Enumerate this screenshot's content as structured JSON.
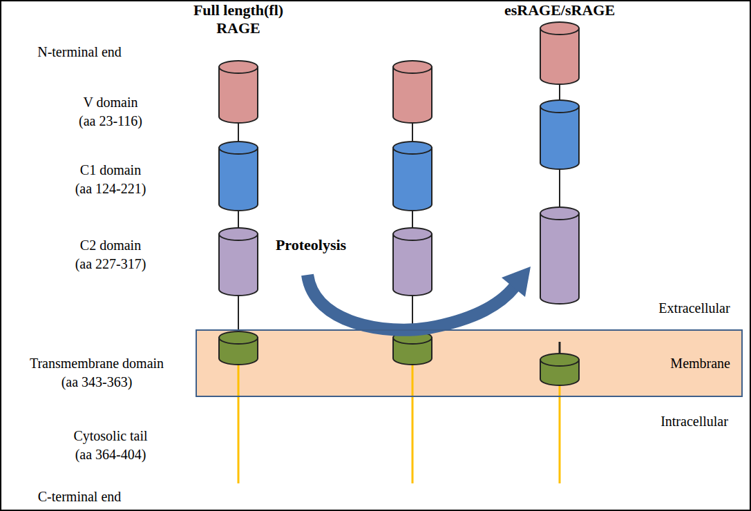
{
  "diagram": {
    "nodes": [
      {
        "text": [
          "Membrane"
        ]
      }
    ],
    "labels": [
      "Full length(fl) RAGE",
      "esRAGE/sRAGE",
      "N-terminal end",
      "V domain (aa 23-116)",
      "C1 domain (aa 124-221)",
      "Proteolysis",
      "C2 domain (aa 227-317)",
      "Extracellular",
      "Transmembrane domain (aa 343-363)",
      "Cytosolic tail (aa 364-404)",
      "Intracellular",
      "C-terminal end"
    ]
  }
}
